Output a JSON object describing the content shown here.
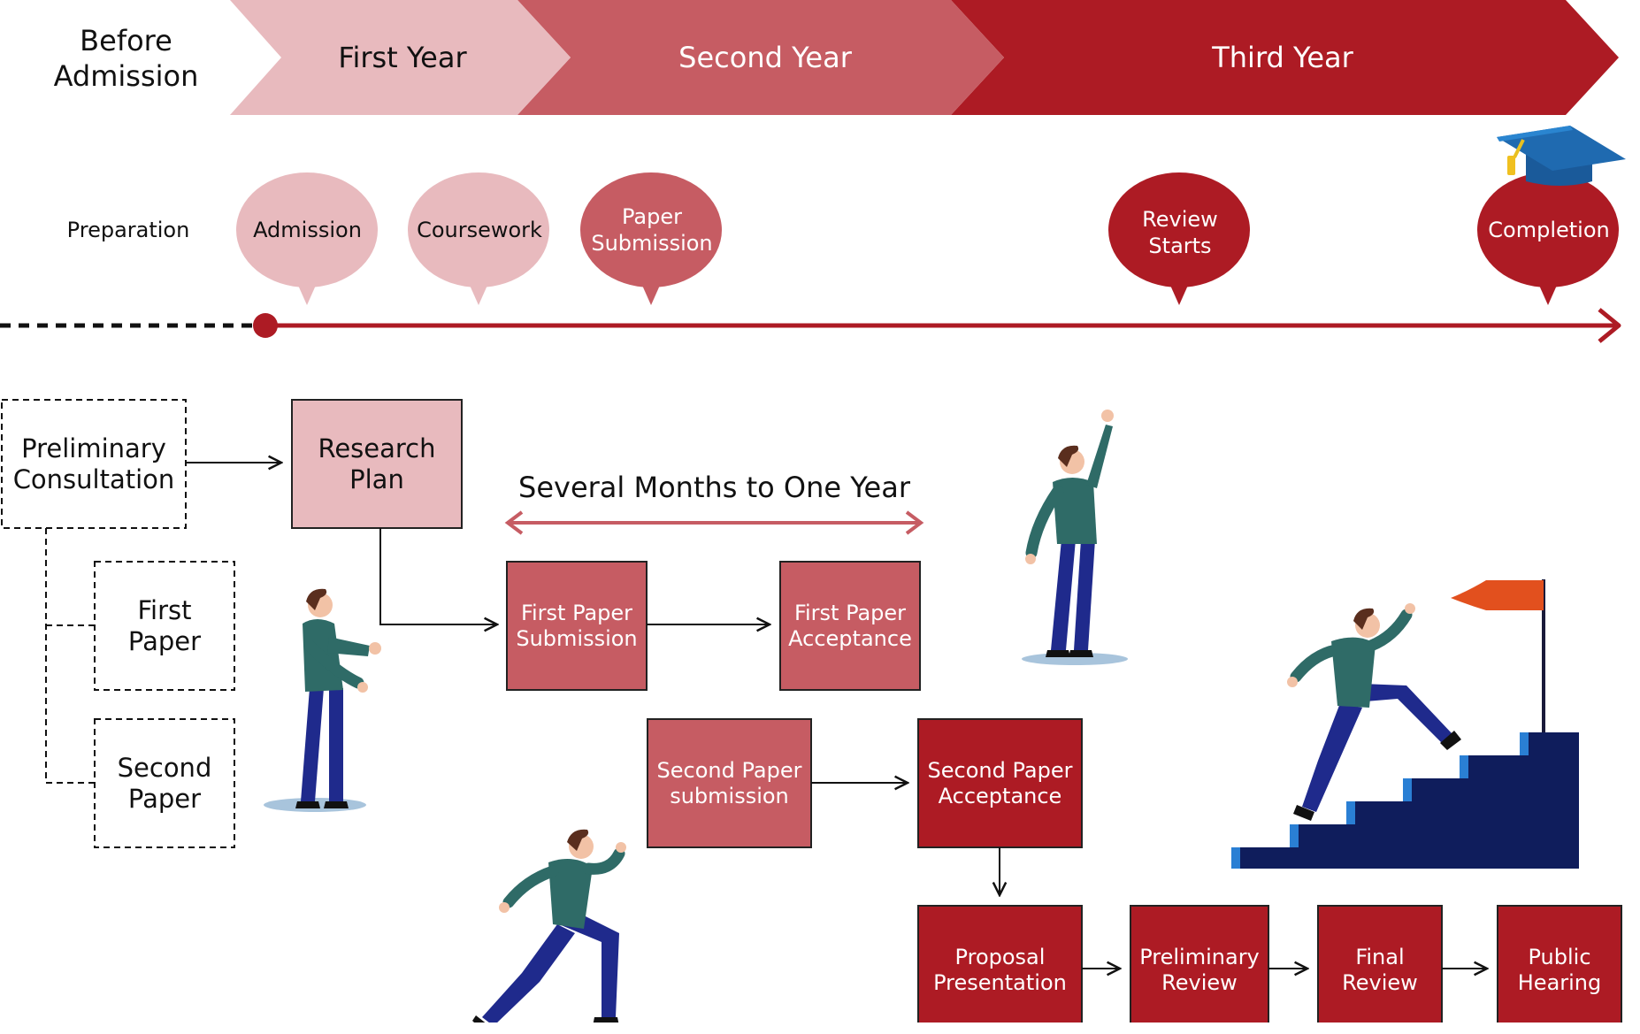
{
  "header": {
    "before_admission": "Before\nAdmission",
    "years": [
      "First Year",
      "Second Year",
      "Third Year"
    ]
  },
  "milestones": {
    "preparation": "Preparation",
    "bubbles": [
      "Admission",
      "Coursework",
      "Paper\nSubmission",
      "Review\nStarts",
      "Completion"
    ]
  },
  "flow": {
    "preliminary_consultation": "Preliminary\nConsultation",
    "research_plan": "Research\nPlan",
    "first_paper": "First\nPaper",
    "second_paper": "Second\nPaper",
    "duration": "Several Months to One Year",
    "first_paper_submission": "First Paper\nSubmission",
    "first_paper_acceptance": "First Paper\nAcceptance",
    "second_paper_submission": "Second Paper\nsubmission",
    "second_paper_acceptance": "Second Paper\nAcceptance",
    "proposal_presentation": "Proposal\nPresentation",
    "preliminary_review": "Preliminary\nReview",
    "final_review": "Final\nReview",
    "public_hearing": "Public\nHearing"
  },
  "colors": {
    "light": "#e8babe",
    "medium": "#c65c63",
    "dark": "#ad1b24",
    "figure_shirt": "#2f6b67",
    "figure_pants": "#1f2a8c",
    "stairs": "#0f1d5c",
    "stairs_edge": "#2a7fd4",
    "flag": "#e2501e"
  }
}
